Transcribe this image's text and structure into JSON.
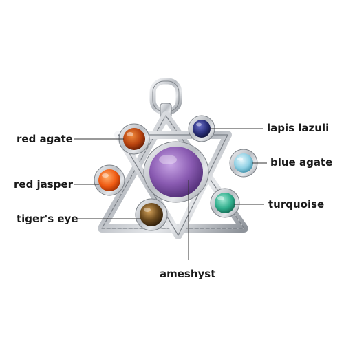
{
  "labels": {
    "red_agate": "red agate",
    "lapis_lazuli": "lapis lazuli",
    "blue_agate": "blue agate",
    "red_jasper": "red jasper",
    "turquoise": "turquoise",
    "tigers_eye": "tiger's eye",
    "ameshyst": "ameshyst"
  },
  "colors": {
    "background": "#ffffff",
    "silver": "#c9ccd1",
    "label_text": "#1a1a1a",
    "leader_line": "#333333",
    "red_agate": "#b8420e",
    "lapis_lazuli": "#2a2f7a",
    "blue_agate": "#8fd0e4",
    "red_jasper": "#ef5a12",
    "turquoise": "#2fae8c",
    "tigers_eye": "#6b4a1e",
    "ameshyst": "#8a5bb2"
  }
}
